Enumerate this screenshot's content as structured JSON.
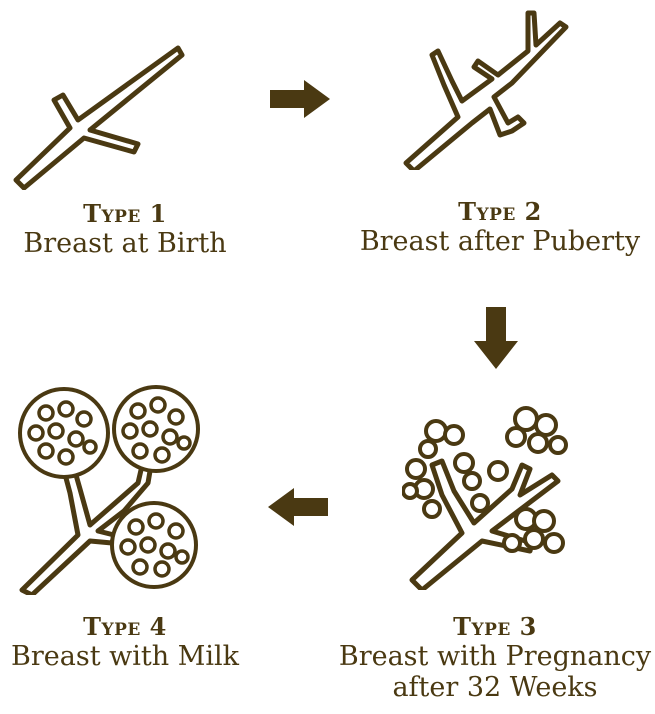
{
  "colors": {
    "ink": "#4a3912",
    "background": "#ffffff"
  },
  "stages": [
    {
      "title": "Type 1",
      "subtitle": "Breast at Birth",
      "illustration": "simple-duct-icon"
    },
    {
      "title": "Type 2",
      "subtitle": "Breast after Puberty",
      "illustration": "branching-duct-icon"
    },
    {
      "title": "Type 3",
      "subtitle_line1": "Breast with Pregnancy",
      "subtitle_line2": "after 32 Weeks",
      "illustration": "budding-lobules-icon"
    },
    {
      "title": "Type 4",
      "subtitle": "Breast with Milk",
      "illustration": "milk-lobules-icon"
    }
  ],
  "arrows": [
    "arrow-right-icon",
    "arrow-down-icon",
    "arrow-left-icon"
  ]
}
